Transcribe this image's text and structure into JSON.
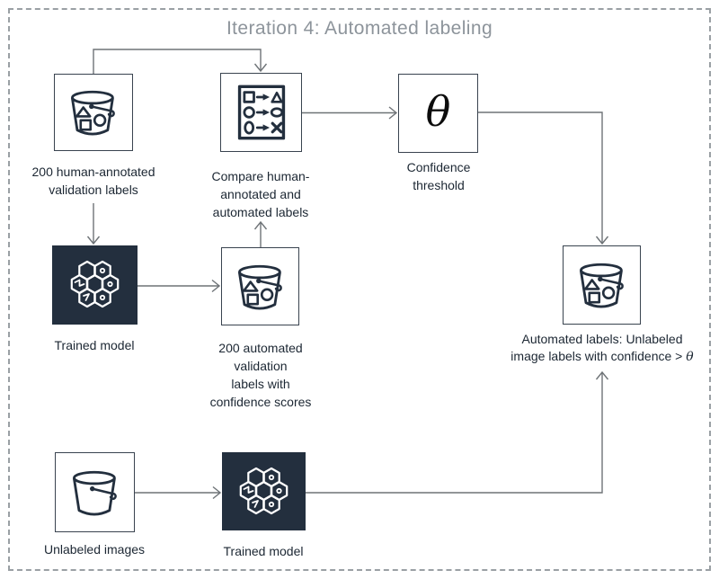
{
  "title": "Iteration 4: Automated labeling",
  "colors": {
    "icon_ink": "#232f3e",
    "box_border": "#39434f",
    "connector": "#6e7377",
    "label_text": "#1c2733",
    "title_text": "#8d949b",
    "frame_border": "#9aa0a4",
    "model_bg": "#232f3e",
    "icon_on_dark": "#ffffff"
  },
  "nodes": {
    "human_bucket": {
      "icon": "s3-bucket-with-labels-icon",
      "label": [
        "200 human-annotated",
        "validation labels"
      ]
    },
    "compare": {
      "icon": "compare-labels-icon",
      "label": [
        "Compare human-",
        "annotated and",
        "automated labels"
      ]
    },
    "confidence_threshold": {
      "icon": "theta-symbol",
      "symbol": "θ",
      "label": [
        "Confidence",
        "threshold"
      ]
    },
    "trained_model_top": {
      "icon": "ml-model-brain-icon",
      "label": [
        "Trained model"
      ]
    },
    "automated_bucket": {
      "icon": "s3-bucket-with-labels-icon",
      "label": [
        "200 automated",
        "validation",
        "labels with",
        "confidence scores"
      ]
    },
    "output_bucket": {
      "icon": "s3-bucket-with-labels-icon",
      "label_line1": "Automated labels: Unlabeled",
      "label_line2_text": "image labels with confidence > ",
      "label_line2_symbol": "θ"
    },
    "unlabeled_bucket": {
      "icon": "s3-bucket-empty-icon",
      "label": [
        "Unlabeled images"
      ]
    },
    "trained_model_bottom": {
      "icon": "ml-model-brain-icon",
      "label": [
        "Trained model"
      ]
    }
  }
}
